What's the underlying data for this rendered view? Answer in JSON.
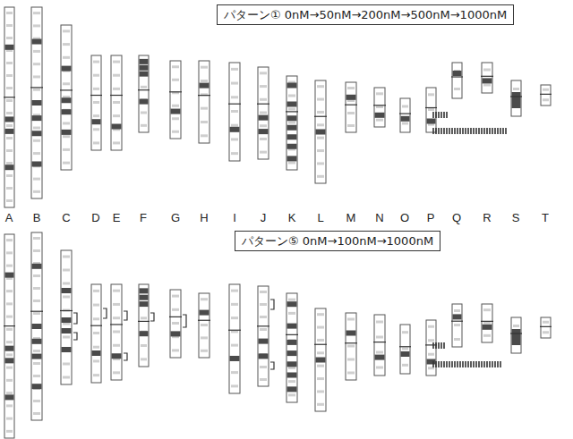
{
  "diagram": {
    "nodes": [
      {
        "text": [
          "パターン① 0nM→50nM→200nM→500nM→1000nM"
        ]
      },
      {
        "text": [
          "パターン⑤ 0nM→100nM→1000nM"
        ]
      }
    ],
    "labels": [
      "A",
      "B",
      "C",
      "D",
      "E",
      "F",
      "G",
      "H",
      "I",
      "J",
      "K",
      "L",
      "M",
      "N",
      "O",
      "P",
      "Q",
      "R",
      "S",
      "T"
    ]
  }
}
